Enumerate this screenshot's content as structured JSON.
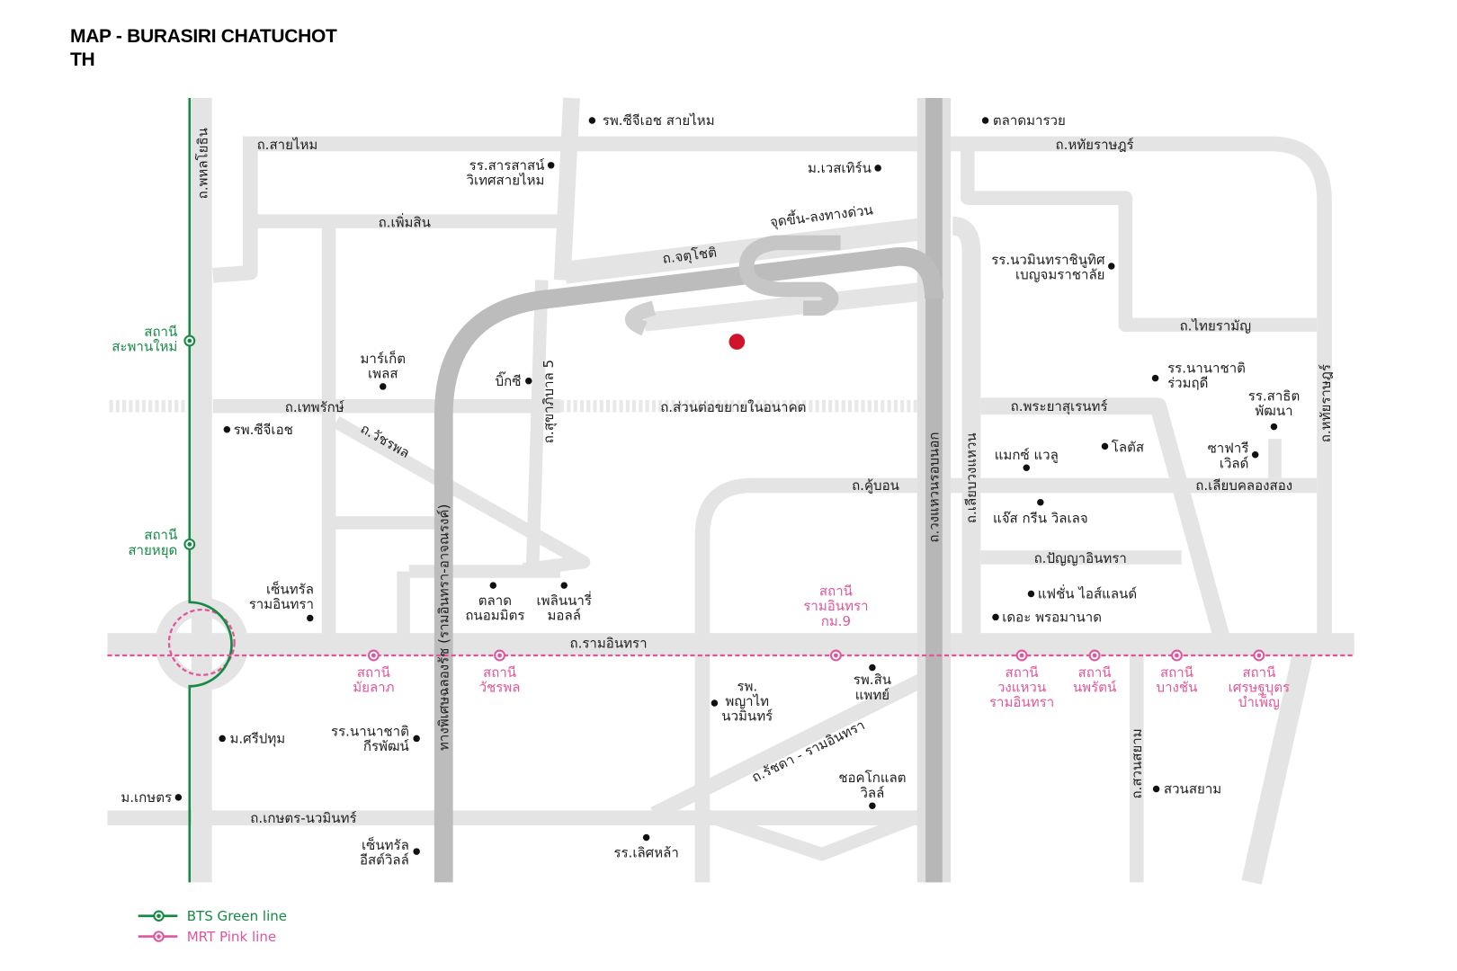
{
  "title": {
    "line1": "MAP - BURASIRI CHATUCHOT",
    "line2": "TH"
  },
  "colors": {
    "bts": "#168a45",
    "mrt": "#e0569a",
    "project": "#d0142c",
    "road": "#e4e4e4",
    "expressway": "#bcbcbc"
  },
  "roads": [
    "ถ.พหลโยธิน",
    "ถ.สายไหม",
    "ถ.เพิ่มสิน",
    "ถ.จตุโชติ",
    "จุดขึ้น-ลงทางด่วน",
    "ถ.หทัยราษฎร์",
    "ถ.ไทยรามัญ",
    "ถ.เทพรักษ์",
    "ถ.ส่วนต่อขยายในอนาคต",
    "ถ.วัชรพล",
    "ถ.สุขาภิบาล 5",
    "ทางพิเศษฉลองรัช (รามอินทรา-อาจณรงค์)",
    "ถ.วงแหวนรอบนอก",
    "ถ.เลียบวงแหวน",
    "ถ.พระยาสุเรนทร์",
    "ถ.คู้บอน",
    "ถ.เลียบคลองสอง",
    "ถ.ปัญญาอินทรา",
    "ถ.รามอินทรา",
    "ถ.เกษตร-นวมินทร์",
    "ถ.รัชดา - รามอินทรา",
    "ถ.สวนสยาม",
    "ถ.หทัยราษฎร์"
  ],
  "landmarks": [
    {
      "lines": [
        "รพ.ซีจีเอช สายไหม"
      ]
    },
    {
      "lines": [
        "รร.สารสาสน์",
        "วิเทศสายไหม"
      ]
    },
    {
      "lines": [
        "ม.เวสเทิร์น"
      ]
    },
    {
      "lines": [
        "ตลาดมารวย"
      ]
    },
    {
      "lines": [
        "รร.นวมินทราชินูทิศ",
        "เบญจมราชาลัย"
      ]
    },
    {
      "lines": [
        "มาร์เก็ต",
        "เพลส"
      ]
    },
    {
      "lines": [
        "บิ๊กซี"
      ]
    },
    {
      "lines": [
        "รพ.ซีจีเอช"
      ]
    },
    {
      "lines": [
        "รร.นานาชาติ",
        "ร่วมฤดี"
      ]
    },
    {
      "lines": [
        "รร.สาธิต",
        "พัฒนา"
      ]
    },
    {
      "lines": [
        "แมกซ์ แวลู"
      ]
    },
    {
      "lines": [
        "โลตัส"
      ]
    },
    {
      "lines": [
        "ซาฟารี",
        "เวิลด์"
      ]
    },
    {
      "lines": [
        "แจ๊ส กรีน วิลเลจ"
      ]
    },
    {
      "lines": [
        "แฟชั่น ไอส์แลนด์"
      ]
    },
    {
      "lines": [
        "เดอะ พรอมานาด"
      ]
    },
    {
      "lines": [
        "เซ็นทรัล",
        "รามอินทรา"
      ]
    },
    {
      "lines": [
        "ตลาด",
        "ถนอมมิตร"
      ]
    },
    {
      "lines": [
        "เพลินนารี่",
        "มอลล์"
      ]
    },
    {
      "lines": [
        "รพ.",
        "พญาไท",
        "นวมินทร์"
      ]
    },
    {
      "lines": [
        "รพ.สิน",
        "แพทย์"
      ]
    },
    {
      "lines": [
        "ม.ศรีปทุม"
      ]
    },
    {
      "lines": [
        "รร.นานาชาติ",
        "กีรพัฒน์"
      ]
    },
    {
      "lines": [
        "ม.เกษตร"
      ]
    },
    {
      "lines": [
        "ชอคโกแลต",
        "วิลล์"
      ]
    },
    {
      "lines": [
        "สวนสยาม"
      ]
    },
    {
      "lines": [
        "รร.เลิศหล้า"
      ]
    },
    {
      "lines": [
        "เซ็นทรัล",
        "อีสต์วิลล์"
      ]
    }
  ],
  "bts_stations": [
    {
      "lines": [
        "สถานี",
        "สะพานใหม่"
      ]
    },
    {
      "lines": [
        "สถานี",
        "สายหยุด"
      ]
    }
  ],
  "mrt_stations": [
    {
      "lines": [
        "สถานี",
        "มัยลาภ"
      ]
    },
    {
      "lines": [
        "สถานี",
        "วัชรพล"
      ]
    },
    {
      "lines": [
        "สถานี",
        "รามอินทรา",
        "กม.9"
      ]
    },
    {
      "lines": [
        "สถานี",
        "วงแหวน",
        "รามอินทรา"
      ]
    },
    {
      "lines": [
        "สถานี",
        "นพรัตน์"
      ]
    },
    {
      "lines": [
        "สถานี",
        "บางชัน"
      ]
    },
    {
      "lines": [
        "สถานี",
        "เศรษฐบุตร",
        "บำเพ็ญ"
      ]
    }
  ],
  "legend": [
    {
      "label": "BTS Green line",
      "color": "#168a45"
    },
    {
      "label": "MRT Pink line",
      "color": "#e0569a"
    }
  ]
}
